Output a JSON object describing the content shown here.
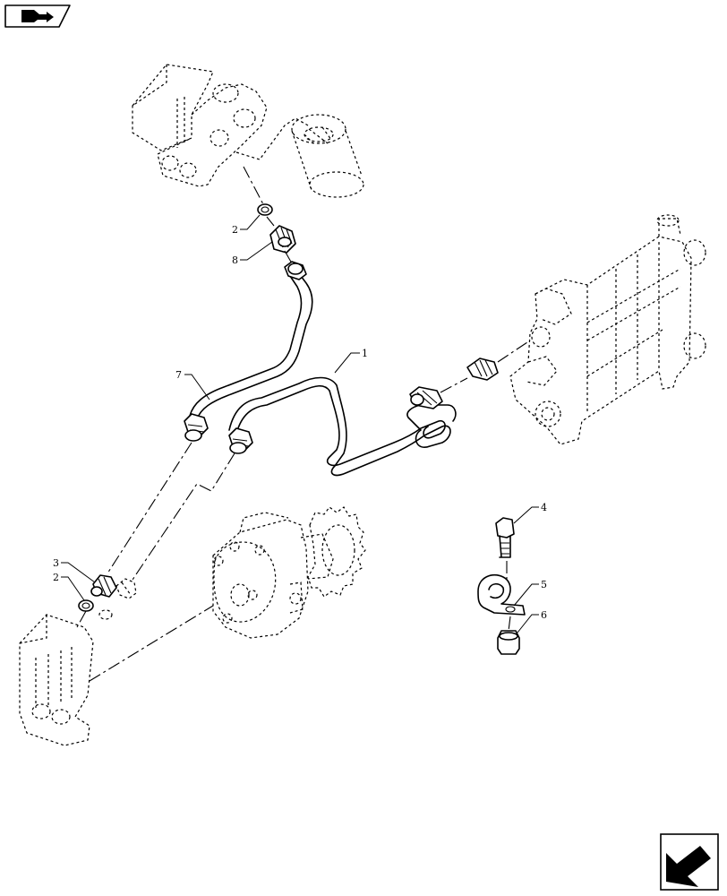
{
  "nav": {
    "top_left_icon": "book-arrow-icon",
    "bottom_right_icon": "next-arrow-icon"
  },
  "callouts": {
    "c1": "1",
    "c2a": "2",
    "c2b": "2",
    "c3": "3",
    "c4": "4",
    "c5": "5",
    "c6": "6",
    "c7": "7",
    "c8": "8"
  }
}
